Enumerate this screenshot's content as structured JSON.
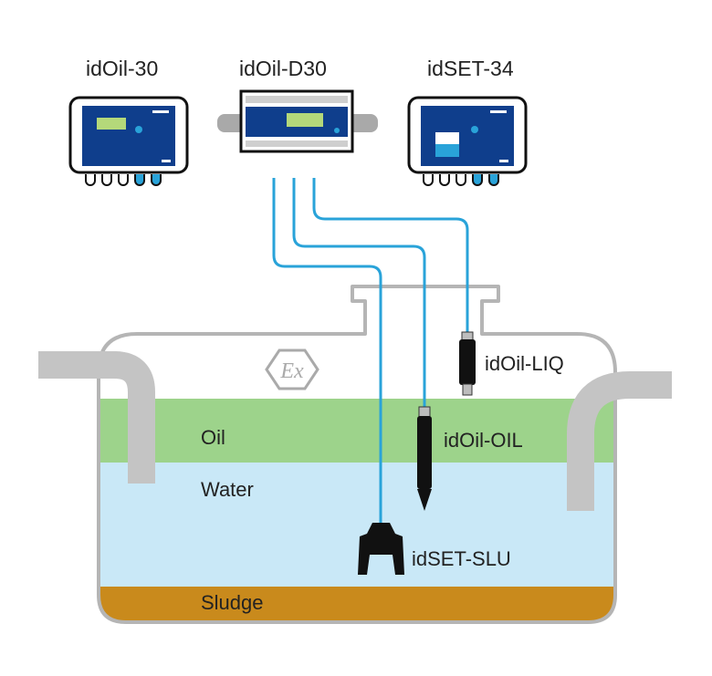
{
  "devices": [
    {
      "label": "idOil-30"
    },
    {
      "label": "idOil-D30"
    },
    {
      "label": "idSET-34"
    }
  ],
  "sensors": [
    {
      "label": "idOil-LIQ"
    },
    {
      "label": "idOil-OIL"
    },
    {
      "label": "idSET-SLU"
    }
  ],
  "layers": [
    {
      "label": "Oil"
    },
    {
      "label": "Water"
    },
    {
      "label": "Sludge"
    }
  ],
  "colors": {
    "oil": "#9dd38b",
    "water": "#c9e8f7",
    "sludge": "#c98a1c",
    "tank_outline": "#b5b5b5",
    "cable": "#29a3d9",
    "device_panel": "#0f3e8c"
  },
  "icons": [
    "ex-explosion-proof-icon"
  ]
}
